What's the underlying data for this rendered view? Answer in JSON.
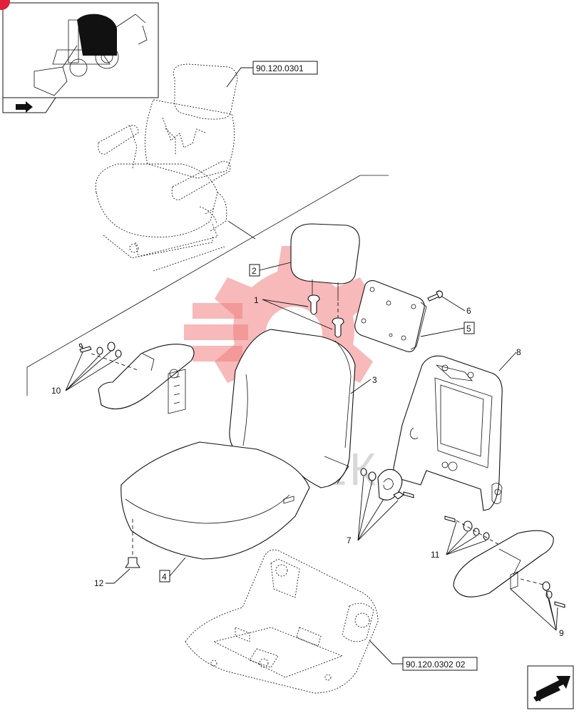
{
  "watermark": {
    "text": "ИНТЕК",
    "color": "#f07f7f"
  },
  "references": {
    "ref_top": "90.120.0301",
    "ref_bottom": "90.120.0302 02"
  },
  "callouts": {
    "c1": "1",
    "c2": "2",
    "c3": "3",
    "c4": "4",
    "c5": "5",
    "c6": "6",
    "c7": "7",
    "c8": "8",
    "c9": "9",
    "c10": "10",
    "c11": "11",
    "c12": "12"
  },
  "icons": {
    "thumbnail": "machine-thumbnail-icon",
    "nav_prev": "previous-page-icon",
    "nav_next": "next-page-icon"
  }
}
